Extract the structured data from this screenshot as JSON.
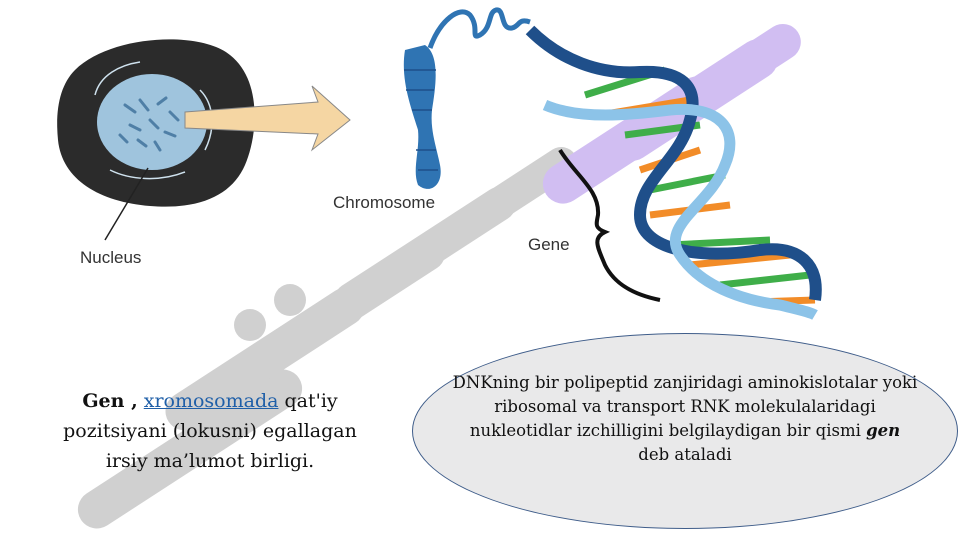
{
  "labels": {
    "nucleus": "Nucleus",
    "chromosome": "Chromosome",
    "gene": "Gene"
  },
  "definition": {
    "term": "Gen ,",
    "link": "xromosomada",
    "rest": "qat'iy pozitsiyani (lokusni) egallagan irsiy ma’lumot birligi."
  },
  "ellipse": {
    "before": "DNKning bir polipeptid zanjiridagi aminokislotalar yoki ribosomal va transport RNK molekulalaridagi nukleotidlar izchilligini belgilaydigan bir qismi",
    "emphasis": "gen",
    "after": "deb ataladi"
  },
  "watermark_icon": "hujjat-uz-watermark",
  "colors": {
    "nucleus_outer": "#2b2b2b",
    "nucleus_inner": "#9fc4dd",
    "chromosome": "#2f74b3",
    "helix_dark": "#1f4f8a",
    "helix_light": "#8cc3e8",
    "base_green": "#3fae49",
    "base_orange": "#f28c28",
    "arrow": "#f5d6a3",
    "watermark_gray": "#c8c8c8",
    "watermark_purple": "#c9b3f0"
  }
}
